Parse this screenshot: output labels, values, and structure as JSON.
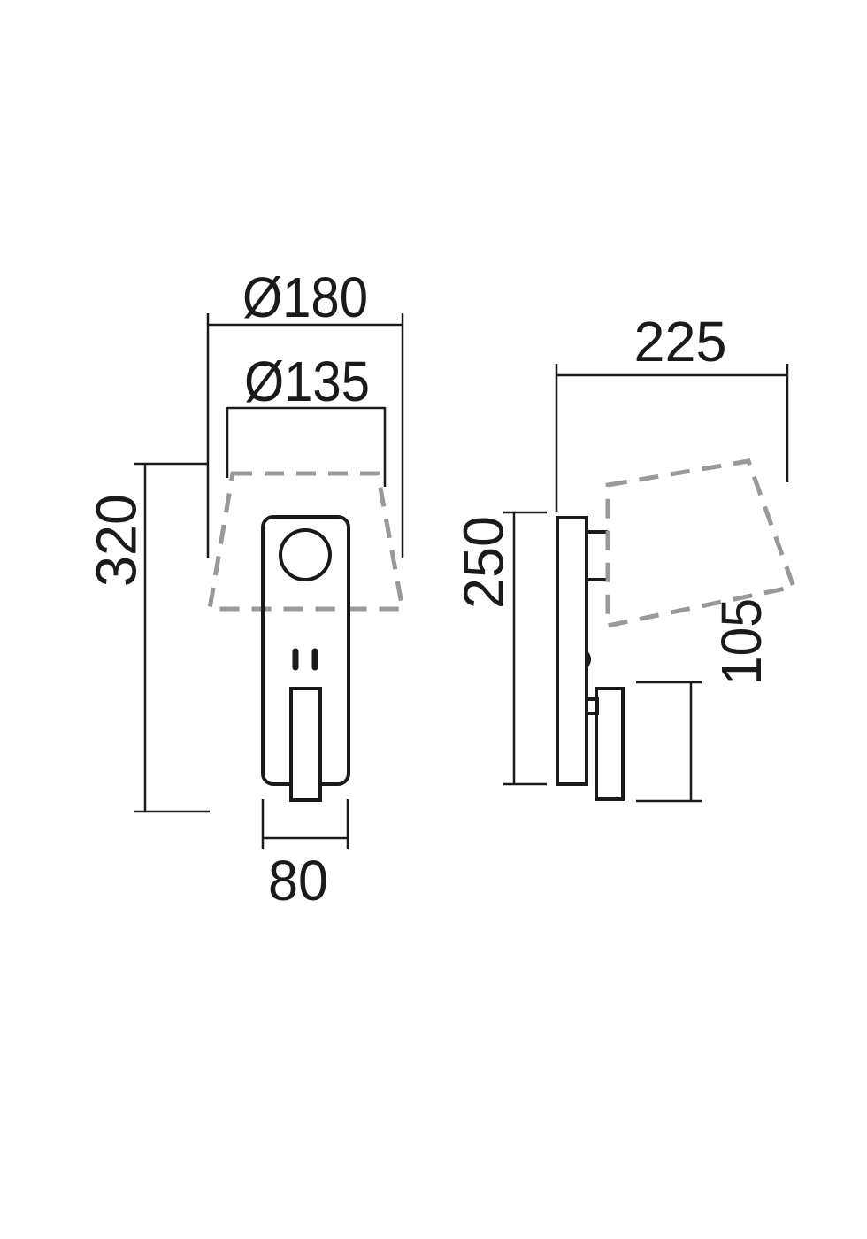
{
  "drawing": {
    "title": "Wall lamp dimensional drawing",
    "units": "mm",
    "colors": {
      "line": "#1a1a1a",
      "shade_dashed": "#999999",
      "background": "#ffffff"
    },
    "front_view": {
      "dimensions": {
        "shade_outer_diameter": "Ø180",
        "shade_inner_diameter": "Ø135",
        "total_height": "320",
        "body_width": "80"
      }
    },
    "side_view": {
      "dimensions": {
        "total_projection": "225",
        "body_height": "250",
        "reading_arm_height": "105"
      }
    }
  }
}
